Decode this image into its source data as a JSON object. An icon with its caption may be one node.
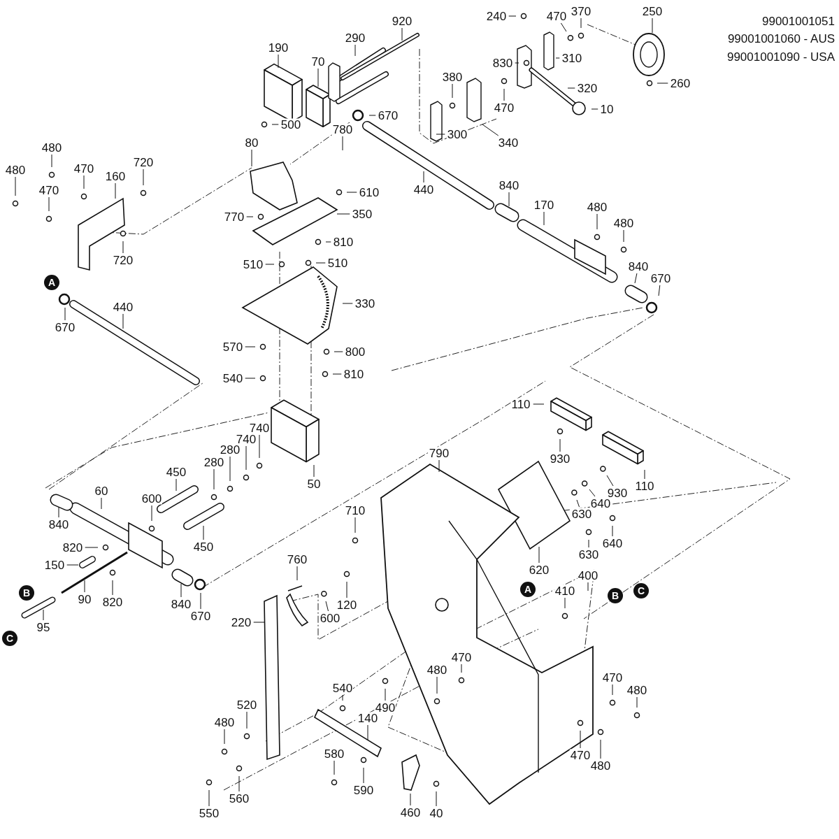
{
  "diagram": {
    "nodes": [
      {
        "text": [
          "920"
        ]
      },
      {
        "text": [
          "290"
        ]
      },
      {
        "text": [
          "190"
        ]
      },
      {
        "text": [
          "70"
        ]
      },
      {
        "text": [
          "240"
        ]
      },
      {
        "text": [
          "470"
        ]
      },
      {
        "text": [
          "370"
        ]
      },
      {
        "text": [
          "250"
        ]
      },
      {
        "text": [
          "830"
        ]
      },
      {
        "text": [
          "310"
        ]
      },
      {
        "text": [
          "380"
        ]
      },
      {
        "text": [
          "320"
        ]
      },
      {
        "text": [
          "470"
        ]
      },
      {
        "text": [
          "10"
        ]
      },
      {
        "text": [
          "260"
        ]
      },
      {
        "text": [
          "670"
        ]
      },
      {
        "text": [
          "500"
        ]
      },
      {
        "text": [
          "780"
        ]
      },
      {
        "text": [
          "300"
        ]
      },
      {
        "text": [
          "80"
        ]
      },
      {
        "text": [
          "340"
        ]
      },
      {
        "text": [
          "480"
        ]
      },
      {
        "text": [
          "720"
        ]
      },
      {
        "text": [
          "480"
        ]
      },
      {
        "text": [
          "470"
        ]
      },
      {
        "text": [
          "160"
        ]
      },
      {
        "text": [
          "470"
        ]
      },
      {
        "text": [
          "440"
        ]
      },
      {
        "text": [
          "840"
        ]
      },
      {
        "text": [
          "610"
        ]
      },
      {
        "text": [
          "170"
        ]
      },
      {
        "text": [
          "480"
        ]
      },
      {
        "text": [
          "350"
        ]
      },
      {
        "text": [
          "770"
        ]
      },
      {
        "text": [
          "480"
        ]
      },
      {
        "text": [
          "810"
        ]
      },
      {
        "text": [
          "720"
        ]
      },
      {
        "text": [
          "510"
        ]
      },
      {
        "text": [
          "510"
        ]
      },
      {
        "text": [
          "840"
        ]
      },
      {
        "text": [
          "670"
        ]
      },
      {
        "text": [
          "A"
        ]
      },
      {
        "text": [
          "440"
        ]
      },
      {
        "text": [
          "330"
        ]
      },
      {
        "text": [
          "670"
        ]
      },
      {
        "text": [
          "570"
        ]
      },
      {
        "text": [
          "800"
        ]
      },
      {
        "text": [
          "810"
        ]
      },
      {
        "text": [
          "540"
        ]
      },
      {
        "text": [
          "110"
        ]
      },
      {
        "text": [
          "740"
        ]
      },
      {
        "text": [
          "740"
        ]
      },
      {
        "text": [
          "280"
        ]
      },
      {
        "text": [
          "930"
        ]
      },
      {
        "text": [
          "790"
        ]
      },
      {
        "text": [
          "280"
        ]
      },
      {
        "text": [
          "450"
        ]
      },
      {
        "text": [
          "50"
        ]
      },
      {
        "text": [
          "110"
        ]
      },
      {
        "text": [
          "60"
        ]
      },
      {
        "text": [
          "930"
        ]
      },
      {
        "text": [
          "600"
        ]
      },
      {
        "text": [
          "640"
        ]
      },
      {
        "text": [
          "710"
        ]
      },
      {
        "text": [
          "630"
        ]
      },
      {
        "text": [
          "840"
        ]
      },
      {
        "text": [
          "640"
        ]
      },
      {
        "text": [
          "450"
        ]
      },
      {
        "text": [
          "820"
        ]
      },
      {
        "text": [
          "630"
        ]
      },
      {
        "text": [
          "760"
        ]
      },
      {
        "text": [
          "150"
        ]
      },
      {
        "text": [
          "620"
        ]
      },
      {
        "text": [
          "400"
        ]
      },
      {
        "text": [
          "A"
        ]
      },
      {
        "text": [
          "410"
        ]
      },
      {
        "text": [
          "B"
        ]
      },
      {
        "text": [
          "B"
        ]
      },
      {
        "text": [
          "C"
        ]
      },
      {
        "text": [
          "90"
        ]
      },
      {
        "text": [
          "820"
        ]
      },
      {
        "text": [
          "840"
        ]
      },
      {
        "text": [
          "120"
        ]
      },
      {
        "text": [
          "670"
        ]
      },
      {
        "text": [
          "600"
        ]
      },
      {
        "text": [
          "220"
        ]
      },
      {
        "text": [
          "95"
        ]
      },
      {
        "text": [
          "C"
        ]
      },
      {
        "text": [
          "470"
        ]
      },
      {
        "text": [
          "480"
        ]
      },
      {
        "text": [
          "470"
        ]
      },
      {
        "text": [
          "540"
        ]
      },
      {
        "text": [
          "480"
        ]
      },
      {
        "text": [
          "520"
        ]
      },
      {
        "text": [
          "490"
        ]
      },
      {
        "text": [
          "140"
        ]
      },
      {
        "text": [
          "480"
        ]
      },
      {
        "text": [
          "580"
        ]
      },
      {
        "text": [
          "470"
        ]
      },
      {
        "text": [
          "480"
        ]
      },
      {
        "text": [
          "590"
        ]
      },
      {
        "text": [
          "560"
        ]
      },
      {
        "text": [
          "40"
        ]
      },
      {
        "text": [
          "460"
        ]
      },
      {
        "text": [
          "550"
        ]
      }
    ],
    "edges": [
      {
        "from": 0,
        "to": null,
        "arrow": "none"
      },
      {
        "from": 1,
        "to": null,
        "arrow": "none"
      },
      {
        "from": 2,
        "to": null,
        "arrow": "none"
      },
      {
        "from": 3,
        "to": null,
        "arrow": "none"
      },
      {
        "from": 4,
        "to": null,
        "arrow": "none"
      },
      {
        "from": 5,
        "to": null,
        "arrow": "none"
      },
      {
        "from": 6,
        "to": null,
        "arrow": "none"
      },
      {
        "from": 7,
        "to": null,
        "arrow": "none"
      },
      {
        "from": 8,
        "to": null,
        "arrow": "none"
      },
      {
        "from": 9,
        "to": null,
        "arrow": "none"
      },
      {
        "from": 10,
        "to": null,
        "arrow": "none"
      },
      {
        "from": 11,
        "to": null,
        "arrow": "none"
      },
      {
        "from": 12,
        "to": null,
        "arrow": "none"
      },
      {
        "from": 13,
        "to": null,
        "arrow": "none"
      },
      {
        "from": 14,
        "to": null,
        "arrow": "none"
      },
      {
        "from": 15,
        "to": null,
        "arrow": "none"
      },
      {
        "from": 16,
        "to": null,
        "arrow": "none"
      },
      {
        "from": 17,
        "to": null,
        "arrow": "none"
      },
      {
        "from": 18,
        "to": null,
        "arrow": "none"
      },
      {
        "from": 19,
        "to": null,
        "arrow": "none"
      },
      {
        "from": 20,
        "to": null,
        "arrow": "none"
      },
      {
        "from": 21,
        "to": null,
        "arrow": "none"
      },
      {
        "from": 22,
        "to": null,
        "arrow": "none"
      },
      {
        "from": 23,
        "to": null,
        "arrow": "none"
      },
      {
        "from": 24,
        "to": null,
        "arrow": "none"
      },
      {
        "from": 25,
        "to": null,
        "arrow": "none"
      },
      {
        "from": 26,
        "to": null,
        "arrow": "none"
      },
      {
        "from": 27,
        "to": null,
        "arrow": "none"
      },
      {
        "from": 28,
        "to": null,
        "arrow": "none"
      },
      {
        "from": 29,
        "to": null,
        "arrow": "none"
      },
      {
        "from": 30,
        "to": null,
        "arrow": "none"
      },
      {
        "from": 31,
        "to": null,
        "arrow": "none"
      },
      {
        "from": 32,
        "to": null,
        "arrow": "none"
      },
      {
        "from": 33,
        "to": null,
        "arrow": "none"
      },
      {
        "from": 34,
        "to": null,
        "arrow": "none"
      },
      {
        "from": 35,
        "to": null,
        "arrow": "none"
      },
      {
        "from": 36,
        "to": null,
        "arrow": "none"
      },
      {
        "from": 37,
        "to": null,
        "arrow": "none"
      },
      {
        "from": 38,
        "to": null,
        "arrow": "none"
      },
      {
        "from": 39,
        "to": null,
        "arrow": "none"
      },
      {
        "from": 40,
        "to": null,
        "arrow": "none"
      },
      {
        "from": 42,
        "to": null,
        "arrow": "none"
      },
      {
        "from": 43,
        "to": null,
        "arrow": "none"
      },
      {
        "from": 44,
        "to": null,
        "arrow": "none"
      },
      {
        "from": 45,
        "to": null,
        "arrow": "none"
      },
      {
        "from": 46,
        "to": null,
        "arrow": "none"
      },
      {
        "from": 47,
        "to": null,
        "arrow": "none"
      },
      {
        "from": 48,
        "to": null,
        "arrow": "none"
      },
      {
        "from": 49,
        "to": null,
        "arrow": "none"
      },
      {
        "from": 50,
        "to": null,
        "arrow": "none"
      },
      {
        "from": 51,
        "to": null,
        "arrow": "none"
      },
      {
        "from": 52,
        "to": null,
        "arrow": "none"
      },
      {
        "from": 53,
        "to": null,
        "arrow": "none"
      },
      {
        "from": 54,
        "to": null,
        "arrow": "none"
      },
      {
        "from": 55,
        "to": null,
        "arrow": "none"
      },
      {
        "from": 56,
        "to": null,
        "arrow": "none"
      },
      {
        "from": 57,
        "to": null,
        "arrow": "none"
      },
      {
        "from": 58,
        "to": null,
        "arrow": "none"
      },
      {
        "from": 59,
        "to": null,
        "arrow": "none"
      },
      {
        "from": 60,
        "to": null,
        "arrow": "none"
      },
      {
        "from": 61,
        "to": null,
        "arrow": "none"
      },
      {
        "from": 62,
        "to": null,
        "arrow": "none"
      },
      {
        "from": 63,
        "to": null,
        "arrow": "none"
      },
      {
        "from": 64,
        "to": null,
        "arrow": "none"
      },
      {
        "from": 65,
        "to": null,
        "arrow": "none"
      },
      {
        "from": 66,
        "to": null,
        "arrow": "none"
      },
      {
        "from": 67,
        "to": null,
        "arrow": "none"
      },
      {
        "from": 68,
        "to": null,
        "arrow": "none"
      },
      {
        "from": 69,
        "to": null,
        "arrow": "none"
      },
      {
        "from": 70,
        "to": null,
        "arrow": "none"
      },
      {
        "from": 71,
        "to": null,
        "arrow": "none"
      },
      {
        "from": 72,
        "to": null,
        "arrow": "none"
      },
      {
        "from": 73,
        "to": null,
        "arrow": "none"
      },
      {
        "from": 75,
        "to": null,
        "arrow": "none"
      },
      {
        "from": 79,
        "to": null,
        "arrow": "none"
      },
      {
        "from": 80,
        "to": null,
        "arrow": "none"
      },
      {
        "from": 81,
        "to": null,
        "arrow": "none"
      },
      {
        "from": 82,
        "to": null,
        "arrow": "none"
      },
      {
        "from": 83,
        "to": null,
        "arrow": "none"
      },
      {
        "from": 84,
        "to": null,
        "arrow": "none"
      },
      {
        "from": 85,
        "to": null,
        "arrow": "none"
      },
      {
        "from": 86,
        "to": null,
        "arrow": "none"
      },
      {
        "from": 88,
        "to": null,
        "arrow": "none"
      },
      {
        "from": 89,
        "to": null,
        "arrow": "none"
      },
      {
        "from": 90,
        "to": null,
        "arrow": "none"
      },
      {
        "from": 91,
        "to": null,
        "arrow": "none"
      },
      {
        "from": 92,
        "to": null,
        "arrow": "none"
      },
      {
        "from": 93,
        "to": null,
        "arrow": "none"
      },
      {
        "from": 94,
        "to": null,
        "arrow": "none"
      },
      {
        "from": 95,
        "to": null,
        "arrow": "none"
      },
      {
        "from": 96,
        "to": null,
        "arrow": "none"
      },
      {
        "from": 97,
        "to": null,
        "arrow": "none"
      },
      {
        "from": 98,
        "to": null,
        "arrow": "none"
      },
      {
        "from": 99,
        "to": null,
        "arrow": "none"
      },
      {
        "from": 100,
        "to": null,
        "arrow": "none"
      },
      {
        "from": 101,
        "to": null,
        "arrow": "none"
      },
      {
        "from": 102,
        "to": null,
        "arrow": "none"
      },
      {
        "from": 103,
        "to": null,
        "arrow": "none"
      },
      {
        "from": 104,
        "to": null,
        "arrow": "none"
      }
    ],
    "labels": [
      "99001001051",
      "99001001060 - AUS",
      "99001001090 - USA"
    ]
  }
}
